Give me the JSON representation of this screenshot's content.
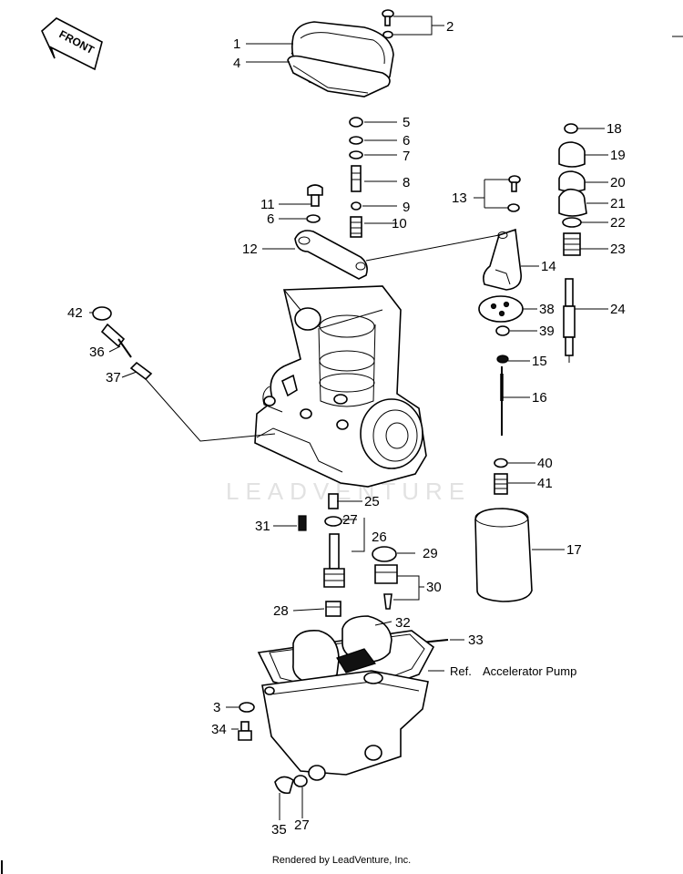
{
  "front_label": "FRONT",
  "watermark": "LEADVENTURE",
  "reference_note": {
    "prefix": "Ref.",
    "text": "Accelerator Pump"
  },
  "footer": "Rendered by LeadVenture, Inc.",
  "callouts": [
    "1",
    "2",
    "3",
    "4",
    "5",
    "6",
    "6",
    "7",
    "8",
    "9",
    "10",
    "11",
    "12",
    "13",
    "14",
    "15",
    "16",
    "17",
    "18",
    "19",
    "20",
    "21",
    "22",
    "23",
    "24",
    "25",
    "26",
    "27",
    "27",
    "28",
    "29",
    "30",
    "31",
    "32",
    "33",
    "34",
    "35",
    "36",
    "37",
    "38",
    "39",
    "40",
    "41",
    "42"
  ]
}
